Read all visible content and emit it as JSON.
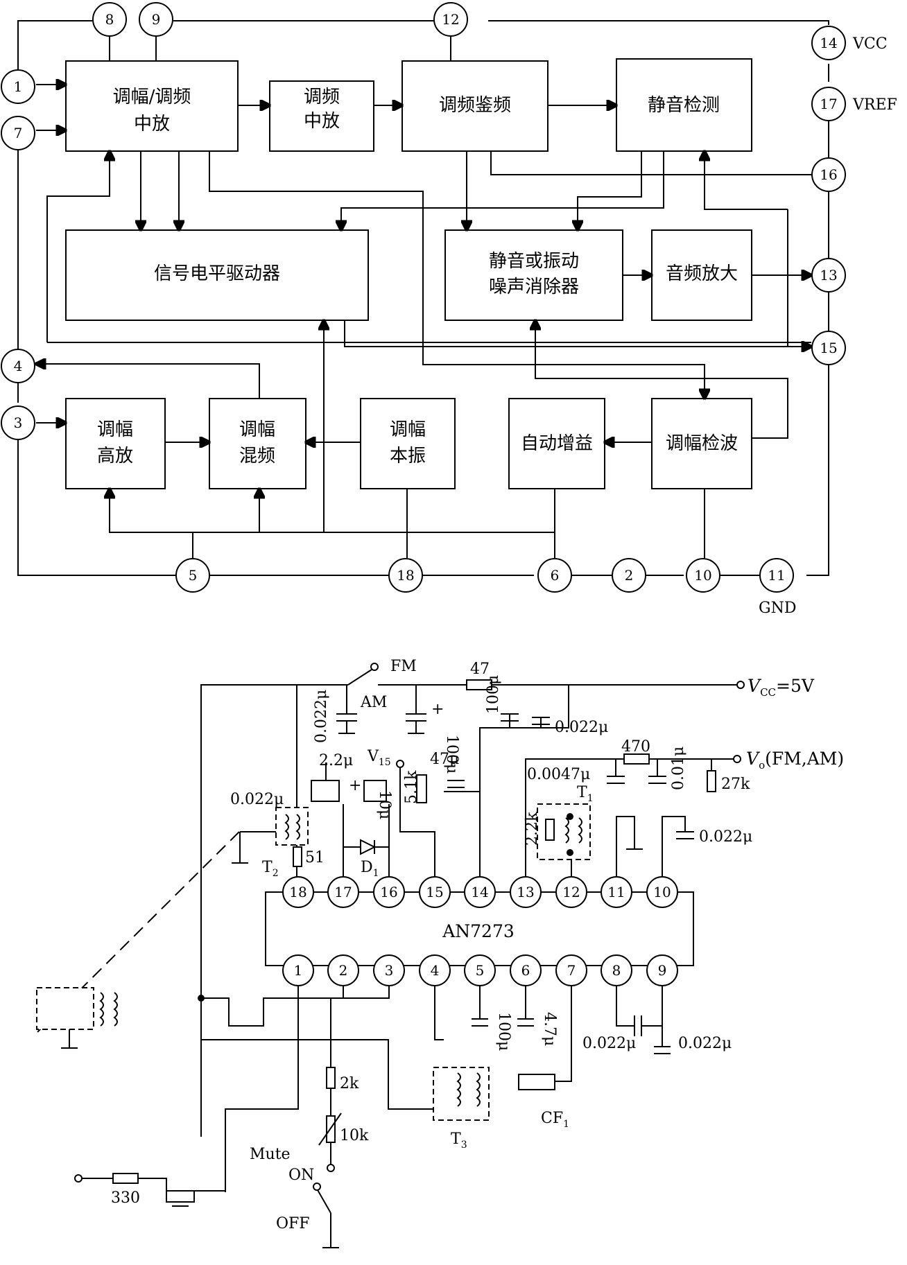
{
  "block_diagram": {
    "blocks": {
      "am_fm_if": [
        "调幅/调频",
        "中放"
      ],
      "fm_if": [
        "调频",
        "中放"
      ],
      "fm_discriminator": "调频鉴频",
      "mute_detect": "静音检测",
      "signal_level_driver": "信号电平驱动器",
      "mute_noise_canceller": [
        "静音或振动",
        "噪声消除器"
      ],
      "audio_amp": "音频放大",
      "am_rf_amp": [
        "调幅",
        "高放"
      ],
      "am_mixer": [
        "调幅",
        "混频"
      ],
      "am_local_osc": [
        "调幅",
        "本振"
      ],
      "agc": "自动增益",
      "am_detector": "调幅检波"
    },
    "pins": [
      "8",
      "9",
      "12",
      "14",
      "17",
      "16",
      "1",
      "7",
      "13",
      "15",
      "4",
      "3",
      "5",
      "18",
      "6",
      "2",
      "10",
      "11"
    ],
    "pin_labels": {
      "vcc": "VCC",
      "vref": "VREF",
      "gnd": "GND"
    }
  },
  "circuit": {
    "chip": "AN7273",
    "top_pins": [
      "18",
      "17",
      "16",
      "15",
      "14",
      "13",
      "12",
      "11",
      "10"
    ],
    "bottom_pins": [
      "1",
      "2",
      "3",
      "4",
      "5",
      "6",
      "7",
      "8",
      "9"
    ],
    "labels": {
      "fm": "FM",
      "am": "AM",
      "r47": "47",
      "vcc": "V",
      "vcc_sub": "CC",
      "vcc_val": "=5V",
      "c1": "0.022μ",
      "c2": "100μ",
      "c3": "100μ",
      "c4": "0.022μ",
      "v15": "V",
      "v15_sub": "15",
      "c47": "47μ",
      "r51k": "5.1k",
      "c22": "2.2μ",
      "c10": "10μ",
      "c0022a": "0.022μ",
      "t2": "T",
      "t2_sub": "2",
      "r51": "51",
      "d1": "D",
      "d1_sub": "1",
      "c0047": "0.0047μ",
      "r470": "470",
      "c001": "0.01μ",
      "r27k": "27k",
      "vo": "V",
      "vo_sub": "o",
      "vo_note": "(FM,AM)",
      "t1": "T",
      "t1_sub": "1",
      "r22k": "2.2k",
      "c0022b": "0.022μ",
      "c100b": "100μ",
      "c47b": "4.7μ",
      "c0022c": "0.022μ",
      "c0022d": "0.022μ",
      "r2k": "2k",
      "r10k": "10k",
      "t3": "T",
      "t3_sub": "3",
      "cf1": "CF",
      "cf1_sub": "1",
      "mute": "Mute",
      "on": "ON",
      "off": "OFF",
      "r330": "330"
    }
  }
}
